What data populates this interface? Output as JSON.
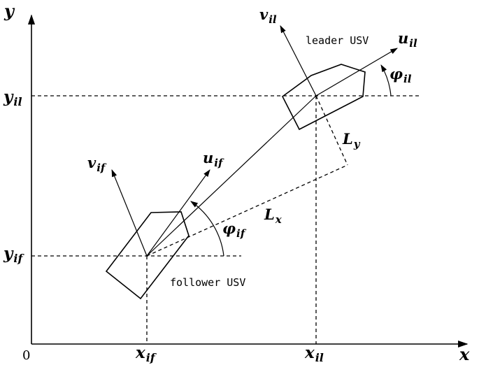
{
  "axes": {
    "y_label": "y",
    "x_label": "x",
    "origin_label": "0"
  },
  "ticks": {
    "y_leader": {
      "main": "y",
      "sub": "il"
    },
    "y_follower": {
      "main": "y",
      "sub": "if"
    },
    "x_follower": {
      "main": "x",
      "sub": "if"
    },
    "x_leader": {
      "main": "x",
      "sub": "il"
    }
  },
  "leader": {
    "name": "leader USV",
    "u_label": {
      "main": "u",
      "sub": "il"
    },
    "v_label": {
      "main": "v",
      "sub": "il"
    },
    "heading_label": {
      "main": "φ",
      "sub": "il"
    }
  },
  "follower": {
    "name": "follower USV",
    "u_label": {
      "main": "u",
      "sub": "if"
    },
    "v_label": {
      "main": "v",
      "sub": "if"
    },
    "heading_label": {
      "main": "φ",
      "sub": "if"
    }
  },
  "distances": {
    "Lx": {
      "main": "L",
      "sub": "x"
    },
    "Ly": {
      "main": "L",
      "sub": "y"
    }
  }
}
